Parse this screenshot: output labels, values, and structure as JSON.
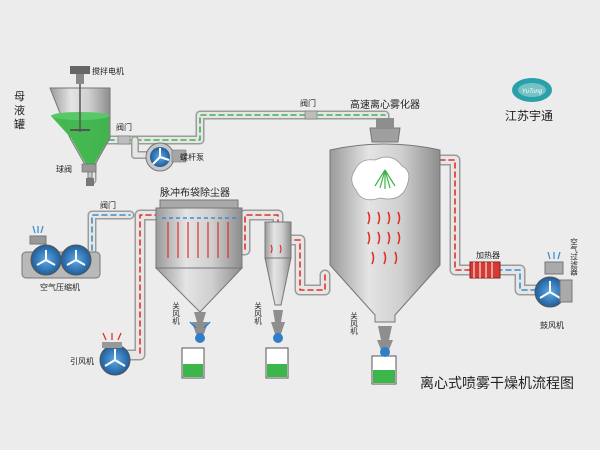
{
  "diagram": {
    "title": "离心式喷雾干燥机流程图",
    "brand": {
      "name": "江苏宇通",
      "logo_text": "YuTong",
      "logo_color": "#2aa0a8"
    },
    "labels": {
      "mother_liquor_l1": "母",
      "mother_liquor_l2": "液",
      "mother_liquor_l3": "罐",
      "stirring_motor": "搅拌电机",
      "drain_valve": "球阀",
      "valve_feed": "阀门",
      "screw_pump": "螺杆泵",
      "valve_top": "阀门",
      "atomizer": "高速离心雾化器",
      "bag_filter": "脉冲布袋除尘器",
      "valve_left": "阀门",
      "air_compressor": "空气压缩机",
      "induced_fan": "引风机",
      "shutoff_left": "关风机",
      "shutoff_mid": "关风机",
      "shutoff_right": "关风机",
      "heater": "加热器",
      "air_filter": "空气过滤器",
      "blower": "鼓风机"
    },
    "colors": {
      "liquid": "#3cb54a",
      "hot_air": "#e0302a",
      "cool_air": "#3a8fd0",
      "pipe": "#d8d8d8",
      "vessel": "#b9b9b9",
      "fan_blue": "#2f7fc8"
    }
  }
}
